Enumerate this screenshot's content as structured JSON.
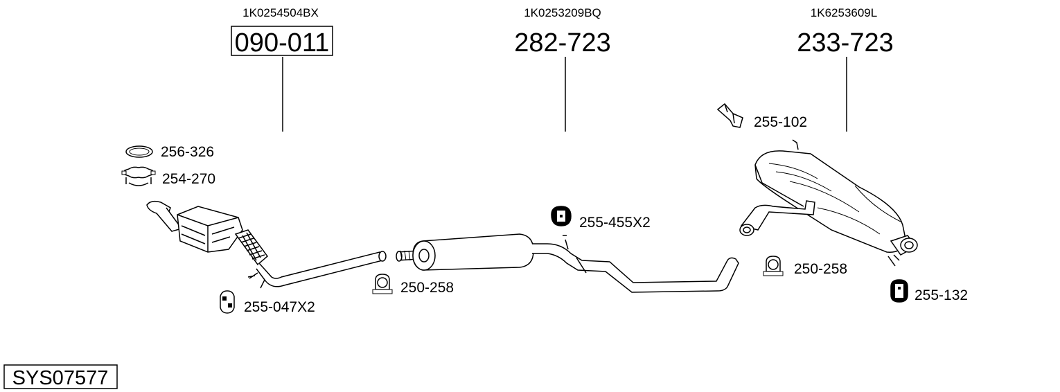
{
  "groups": [
    {
      "oem": "1K0254504BX",
      "part": "090-011"
    },
    {
      "oem": "1K0253209BQ",
      "part": "282-723"
    },
    {
      "oem": "1K6253609L",
      "part": "233-723"
    }
  ],
  "labels": {
    "gasket": "256-326",
    "clamp_front": "254-270",
    "hanger_front": "255-047X2",
    "clamp_mid": "250-258",
    "hanger_mid": "255-455X2",
    "bracket_rear": "255-102",
    "clamp_rear": "250-258",
    "hanger_rear": "255-132"
  },
  "system_id": "SYS07577"
}
